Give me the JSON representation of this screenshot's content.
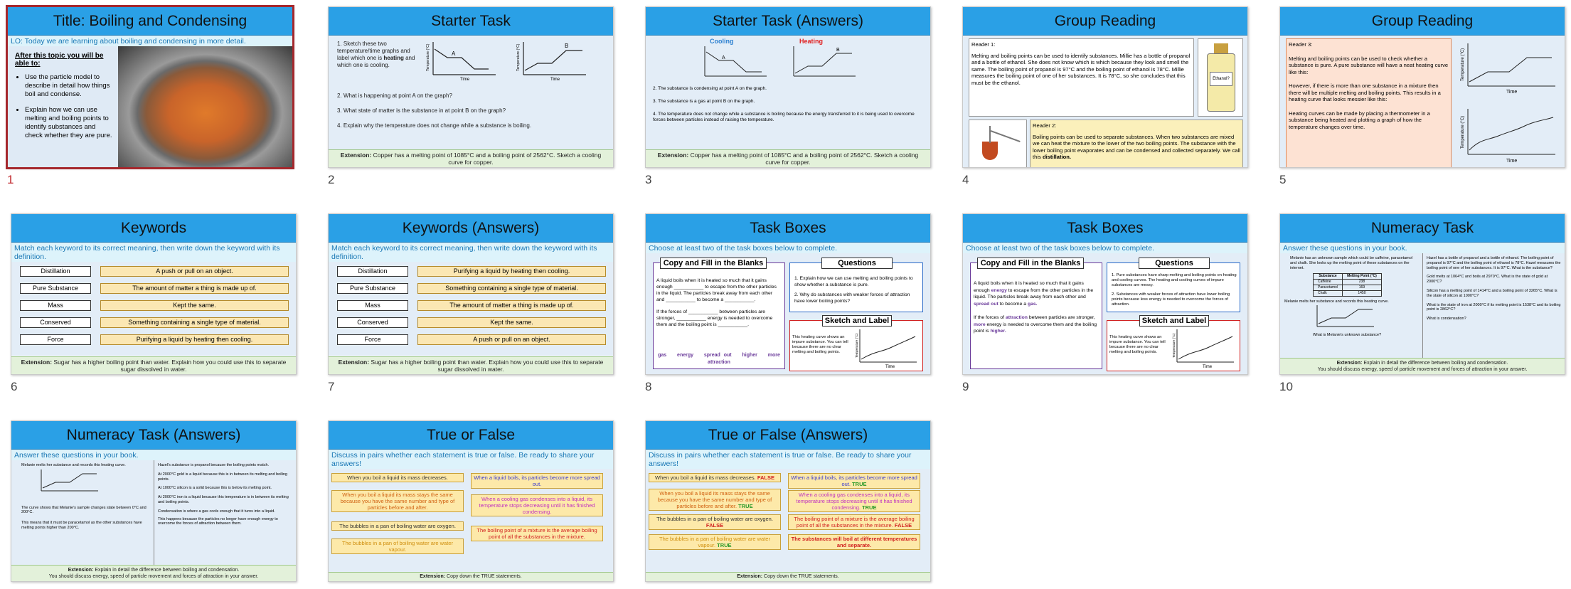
{
  "slides": [
    {
      "number": "1",
      "title": "Title: Boiling and Condensing",
      "lo": "LO: Today we are learning about boiling and condensing in more detail.",
      "after": "After this topic you will be able to:",
      "bullets": [
        "Use the particle model to describe in detail how things boil and condense.",
        "Explain how we can use melting and boiling points to identify substances and check whether they are pure."
      ]
    },
    {
      "number": "2",
      "title": "Starter Task",
      "q1a": "1. Sketch these two temperature/time graphs and label which one is",
      "q1b": "heating",
      "q1c": "and which one is cooling.",
      "q2": "2. What is happening at point A on the graph?",
      "q3": "3. What state of matter is the substance in at point B on the graph?",
      "q4": "4. Explain why the temperature does not change while a substance is boiling.",
      "ext_label": "Extension:",
      "ext": "Copper has a melting point of 1085°C and a boiling point of 2562°C. Sketch a cooling curve for copper.",
      "axis_y": "Temperature (°C)",
      "axis_x": "Time",
      "pa": "A",
      "pb": "B"
    },
    {
      "number": "3",
      "title": "Starter Task (Answers)",
      "cooling": "Cooling",
      "heating": "Heating",
      "a1": "2. The substance is condensing at point A on the graph.",
      "a2": "3. The substance is a gas at point B on the graph.",
      "a3": "4. The temperature does not change while a substance is boiling because the energy transferred to it is being used to overcome forces between particles instead of raising the temperature.",
      "ext_label": "Extension:",
      "ext": "Copper has a melting point of 1085°C and a boiling point of 2562°C. Sketch a cooling curve for copper."
    },
    {
      "number": "4",
      "title": "Group Reading",
      "r1": "Reader 1:",
      "p1": "Melting and boiling points can be used to identify substances. Millie has a bottle of propanol and a bottle of ethanol. She does not know which is which because they look and smell the same. The boiling point of propanol is 97°C and the boiling point of ethanol is 78°C. Millie measures the boiling point of one of her substances. It is 78°C, so she concludes that this must be the ethanol.",
      "bottle": "Ethanol?",
      "r2": "Reader 2:",
      "p2a": "Boiling points can be used to separate substances. When two substances are mixed we can heat the mixture to the lower of the two boiling points. The substance with the lower boiling point evaporates and can be condensed and collected separately. We call this",
      "p2b": "distillation."
    },
    {
      "number": "5",
      "title": "Group Reading",
      "r3": "Reader 3:",
      "p1": "Melting and boiling points can be used to check whether a substance is pure. A pure substance will have a neat heating curve like this:",
      "p2": "However, if there is more than one substance in a mixture then there will be multiple melting and boiling points. This results in a heating curve that looks messier like this:",
      "p3": "Heating curves can be made by placing a thermometer in a substance being heated and plotting a graph of how the temperature changes over time.",
      "axis_y": "Temperature (°C)",
      "axis_x": "Time"
    },
    {
      "number": "6",
      "title": "Keywords",
      "instr": "Match each keyword to its correct meaning, then write down the keyword with its definition.",
      "keys": [
        "Distillation",
        "Pure Substance",
        "Mass",
        "Conserved",
        "Force"
      ],
      "defs": [
        "A push or pull on an object.",
        "The amount of matter a thing is made up of.",
        "Kept the same.",
        "Something containing a single type of material.",
        "Purifying a liquid by heating then cooling."
      ],
      "ext_label": "Extension:",
      "ext": "Sugar has a higher boiling point than water. Explain how you could use this to separate sugar dissolved in water."
    },
    {
      "number": "7",
      "title": "Keywords (Answers)",
      "instr": "Match each keyword to its correct meaning, then write down the keyword with its definition.",
      "keys": [
        "Distillation",
        "Pure Substance",
        "Mass",
        "Conserved",
        "Force"
      ],
      "defs": [
        "Purifying a liquid by heating then cooling.",
        "Something containing a single type of material.",
        "The amount of matter a thing is made up of.",
        "Kept the same.",
        "A push or pull on an object."
      ],
      "ext_label": "Extension:",
      "ext": "Sugar has a higher boiling point than water. Explain how you could use this to separate sugar dissolved in water."
    },
    {
      "number": "8",
      "title": "Task Boxes",
      "instr": "Choose at least two of the task boxes below to complete.",
      "cf_title": "Copy and Fill in the Blanks",
      "cf1": "A liquid boils when it is heated so much that it gains enough ___________ to escape from the other particles in the liquid. The particles break away from each other and ___________ to become a ___________.",
      "cf2": "If the forces of ___________ between particles are stronger, ___________ energy is needed to overcome them and the boiling point is ___________.",
      "words": [
        "gas",
        "energy",
        "spread out",
        "higher",
        "more",
        "attraction"
      ],
      "q_title": "Questions",
      "q1": "1. Explain how we can use melting and boiling points to show whether a substance is pure.",
      "q2": "2. Why do substances with weaker forces of attraction have lower boiling points?",
      "s_title": "Sketch and Label",
      "s_text": "This heating curve shows an impure substance. You can tell because there are no clear melting and boiling points.",
      "axis_x": "Time",
      "axis_y": "Temperature (°C)"
    },
    {
      "number": "9",
      "title": "Task Boxes",
      "instr": "Choose at least two of the task boxes below to complete.",
      "cf_title": "Copy and Fill in the Blanks",
      "cf1a": "A liquid boils when it is heated so much that it gains enough",
      "cf1b": "energy",
      "cf1c": "to escape from the other particles in the liquid. The particles break away from each other and",
      "cf1d": "spread out",
      "cf1e": "to become a",
      "cf1f": "gas.",
      "cf2a": "If the forces of",
      "cf2b": "attraction",
      "cf2c": "between particles are stronger,",
      "cf2d": "more",
      "cf2e": "energy is needed to overcome them and the boiling point is",
      "cf2f": "higher.",
      "q_title": "Questions",
      "q1": "1. Pure substances have sharp melting and boiling points on heating and cooling curves. The heating and cooling curves of impure substances are messy.",
      "q2": "2. Substances with weaker forces of attraction have lower boiling points because less energy is needed to overcome the forces of attraction.",
      "s_title": "Sketch and Label",
      "s_text": "This heating curve shows an impure substance. You can tell because there are no clear melting and boiling points.",
      "axis_x": "Time",
      "axis_y": "Temperature (°C)"
    },
    {
      "number": "10",
      "title": "Numeracy Task",
      "instr": "Answer these questions in your book.",
      "q1": "Melanie has an unknown sample which could be caffeine, paracetamol and chalk. She looks up the melting point of these substances on the internet.",
      "th": [
        "Substance",
        "Melting Point (°C)"
      ],
      "rows": [
        [
          "Caffeine",
          "238"
        ],
        [
          "Paracetamol",
          "169"
        ],
        [
          "Chalk",
          "1450"
        ]
      ],
      "q1b": "Melanie melts her substance and records this heating curve.",
      "q1c": "What is Melanie's unknown substance?",
      "q2": "Hazel has a bottle of propanol and a bottle of ethanol. The boiling point of propanol is 97°C and the boiling point of ethanol is 78°C. Hazel measures the boiling point of one of her substances. It is 97°C. What is the substance?",
      "q3": "Gold melts at 1064°C and boils at 2970°C. What is the state of gold at 2000°C?",
      "q4": "Silicon has a melting point of 1414°C and a boiling point of 3265°C. What is the state of silicon at 1000°C?",
      "q5": "What is the state of iron at 2000°C if its melting point is 1538°C and its boiling point is 2862°C?",
      "q6": "What is condensation?",
      "ext_label": "Extension:",
      "ext1": "Explain in detail the difference between boiling and condensation.",
      "ext2": "You should discuss energy, speed of particle movement and forces of attraction in your answer."
    },
    {
      "number": "11",
      "title": "Numeracy Task (Answers)",
      "instr": "Answer these questions in your book.",
      "a1": "Melanie melts her substance and records this heating curve.",
      "a1b": "The curve shows that Melanie's sample changes state between 0°C and 200°C.",
      "a1c": "This means that it must be paracetamol as the other substances have melting points higher than 200°C.",
      "a2": "Hazel's substance is propanol because the boiling points match.",
      "a3": "At 2000°C gold is a liquid because this is in between its melting and boiling points.",
      "a4": "At 1000°C silicon is a solid because this is below its melting point.",
      "a5": "At 2000°C iron is a liquid because this temperature is in between its melting and boiling points.",
      "a6": "Condensation is where a gas cools enough that it turns into a liquid.",
      "a6b": "This happens because the particles no longer have enough energy to overcome the forces of attraction between them.",
      "ext_label": "Extension:",
      "ext1": "Explain in detail the difference between boiling and condensation.",
      "ext2": "You should discuss energy, speed of particle movement and forces of attraction in your answer."
    },
    {
      "number": "12",
      "title": "True or False",
      "instr": "Discuss in pairs whether each statement is true or false. Be ready to share your answers!",
      "s1": "When you boil a liquid its mass decreases.",
      "s2": "When a liquid boils, its particles become more spread out.",
      "s3": "When you boil a liquid its mass stays the same because you have the same number and type of particles before and after.",
      "s4": "When a cooling gas condenses into a liquid, its temperature stops decreasing until it has finished condensing.",
      "s5": "The bubbles in a pan of boiling water are oxygen.",
      "s6": "The boiling point of a mixture is the average boiling point of all the substances in the mixture.",
      "s7": "The bubbles in a pan of boiling water are water vapour.",
      "ext_label": "Extension:",
      "ext": "Copy down the TRUE statements."
    },
    {
      "number": "13",
      "title": "True or False (Answers)",
      "instr": "Discuss in pairs whether each statement is true or false. Be ready to share your answers!",
      "s1": "When you boil a liquid its mass decreases.",
      "s2": "When a liquid boils, its particles become more spread out.",
      "s3": "When you boil a liquid its mass stays the same because you have the same number and type of particles before and after.",
      "s4": "When a cooling gas condenses into a liquid, its temperature stops decreasing until it has finished condensing.",
      "s5": "The bubbles in a pan of boiling water are oxygen.",
      "s6": "The boiling point of a mixture is the average boiling point of all the substances in the mixture.",
      "s7": "The bubbles in a pan of boiling water are water vapour.",
      "s8": "The substances will boil at different temperatures and separate.",
      "true": "TRUE",
      "false": "FALSE",
      "ext_label": "Extension:",
      "ext": "Copy down the TRUE statements."
    }
  ]
}
